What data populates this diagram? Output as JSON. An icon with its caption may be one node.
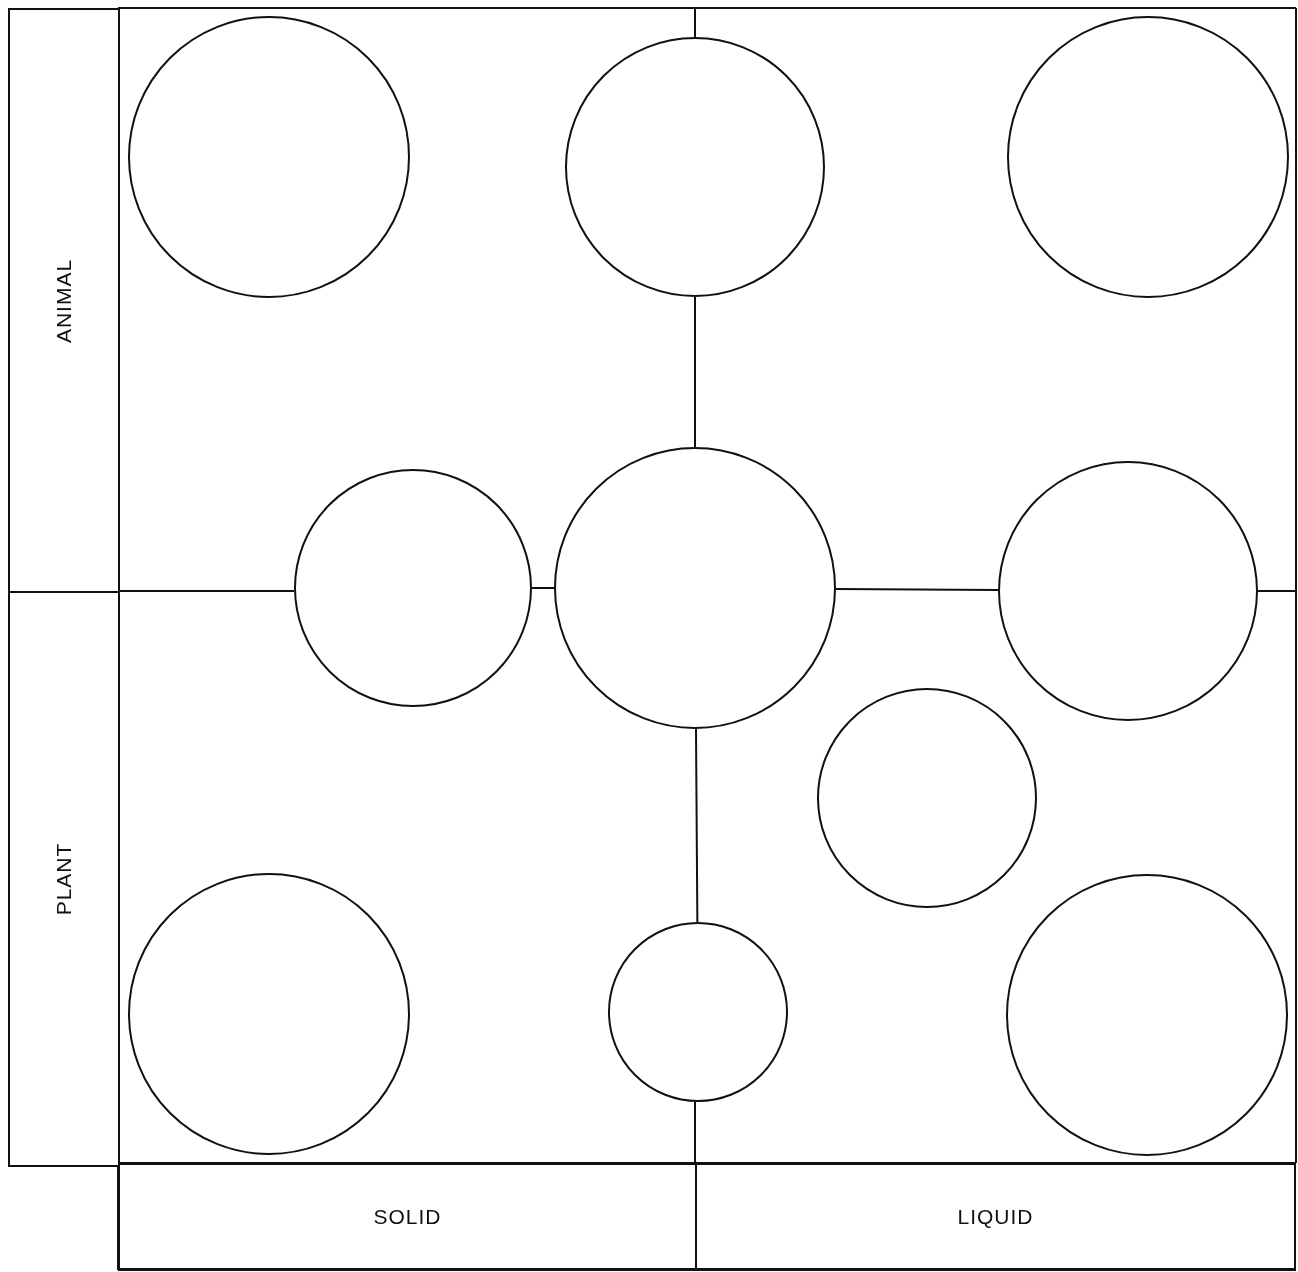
{
  "diagram": {
    "nodes": [
      {
        "text": [
          "ANIMAL"
        ]
      },
      {
        "text": [
          "PLANT"
        ]
      },
      {
        "text": [
          "SOLID"
        ]
      },
      {
        "text": [
          "LIQUID"
        ]
      },
      {
        "text": [],
        "shape": "circle"
      },
      {
        "text": [],
        "shape": "circle"
      },
      {
        "text": [],
        "shape": "circle"
      },
      {
        "text": [],
        "shape": "circle"
      },
      {
        "text": [],
        "shape": "circle"
      },
      {
        "text": [],
        "shape": "circle"
      },
      {
        "text": [],
        "shape": "circle"
      },
      {
        "text": [],
        "shape": "circle"
      },
      {
        "text": [],
        "shape": "circle"
      },
      {
        "text": [],
        "shape": "circle"
      }
    ],
    "edges": [
      {
        "from": 5,
        "to": 8,
        "arrow": "none"
      },
      {
        "from": 7,
        "to": 8,
        "arrow": "none"
      },
      {
        "from": 8,
        "to": 9,
        "arrow": "none"
      },
      {
        "from": 8,
        "to": 12,
        "arrow": "none"
      }
    ]
  }
}
